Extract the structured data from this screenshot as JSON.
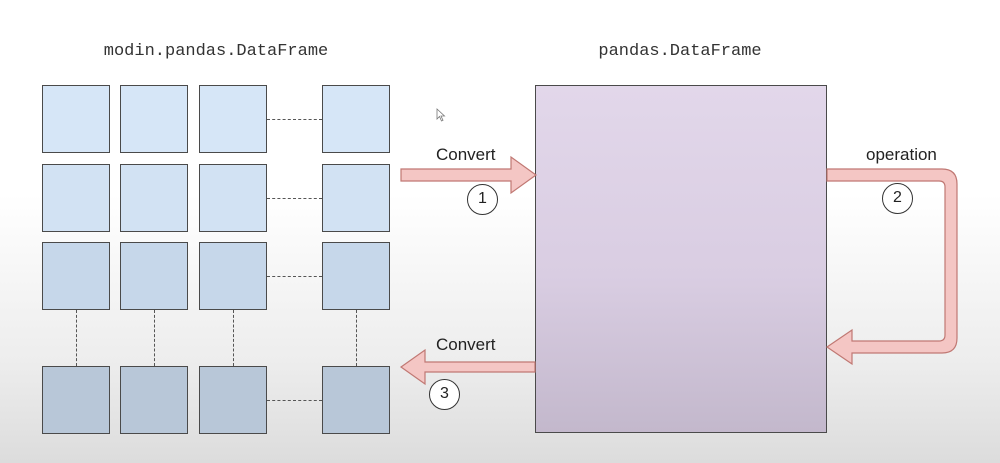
{
  "left_frame": {
    "title": "modin.pandas.DataFrame"
  },
  "right_frame": {
    "title": "pandas.DataFrame"
  },
  "steps": [
    {
      "label": "Convert",
      "number": "1"
    },
    {
      "label": "operation",
      "number": "2"
    },
    {
      "label": "Convert",
      "number": "3"
    }
  ],
  "colors": {
    "partition_row_1": "#d6e6f7",
    "partition_row_2": "#d2e2f3",
    "partition_row_3": "#c6d7ea",
    "partition_row_4": "#b8c7d8",
    "dataframe_fill": "#ddd2e6",
    "arrow_fill": "#f4c6c4",
    "arrow_stroke": "#c07873"
  },
  "icons": {
    "arrow": "block-arrow",
    "cursor": "mouse-pointer-icon"
  }
}
